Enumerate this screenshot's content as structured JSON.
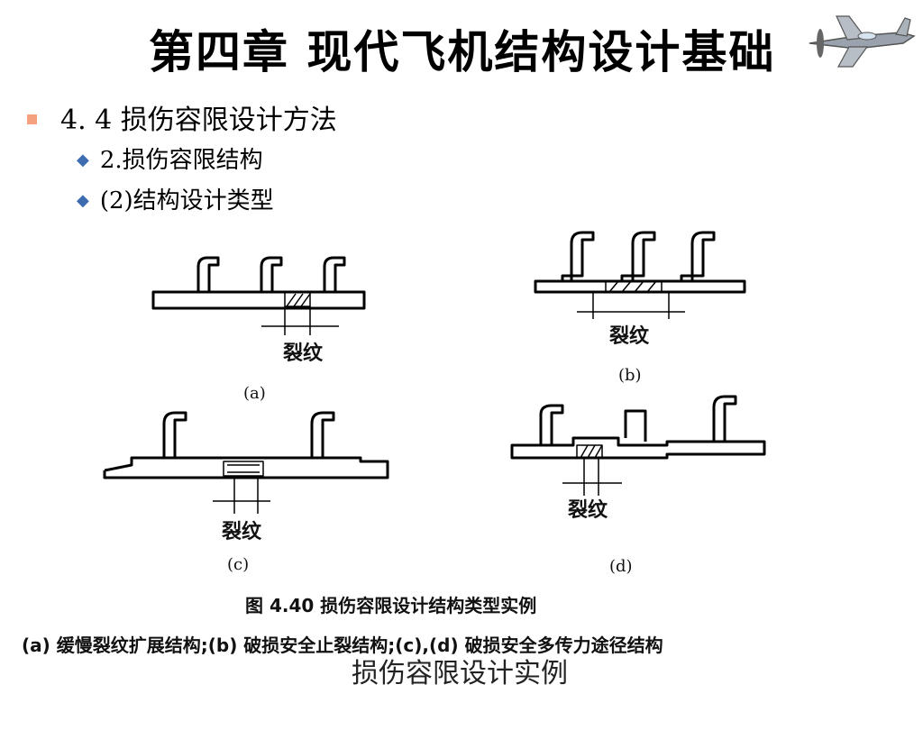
{
  "slide": {
    "title": "第四章  现代飞机结构设计基础",
    "bullet1": "4. 4 损伤容限设计方法",
    "bullet2": "2.损伤容限结构",
    "bullet3": "(2)结构设计类型"
  },
  "figure": {
    "crack_label_a": "裂纹",
    "crack_label_b": "裂纹",
    "crack_label_c": "裂纹",
    "crack_label_d": "裂纹",
    "sub_a": "(a)",
    "sub_b": "(b)",
    "sub_c": "(c)",
    "sub_d": "(d)",
    "caption": "图 4.40   损伤容限设计结构类型实例",
    "legend": "(a) 缓慢裂纹扩展结构;(b) 破损安全止裂结构;(c),(d) 破损安全多传力途径结构"
  },
  "footer": "损伤容限设计实例",
  "icons": {
    "plane": "airplane-illustration"
  }
}
